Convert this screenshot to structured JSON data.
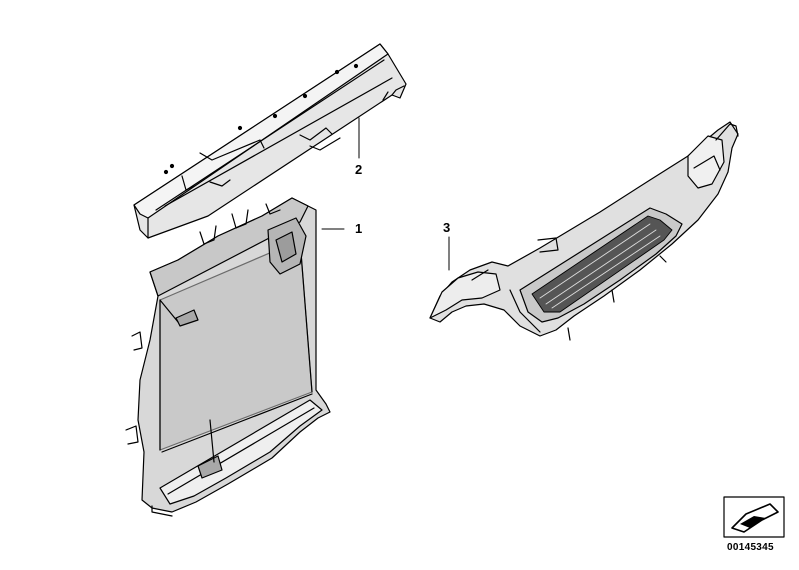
{
  "callouts": {
    "part_1": "1",
    "part_2": "2",
    "part_3": "3"
  },
  "diagram_id": "00145345",
  "icons": {
    "corner_symbol": "navigation-arrow-icon"
  }
}
